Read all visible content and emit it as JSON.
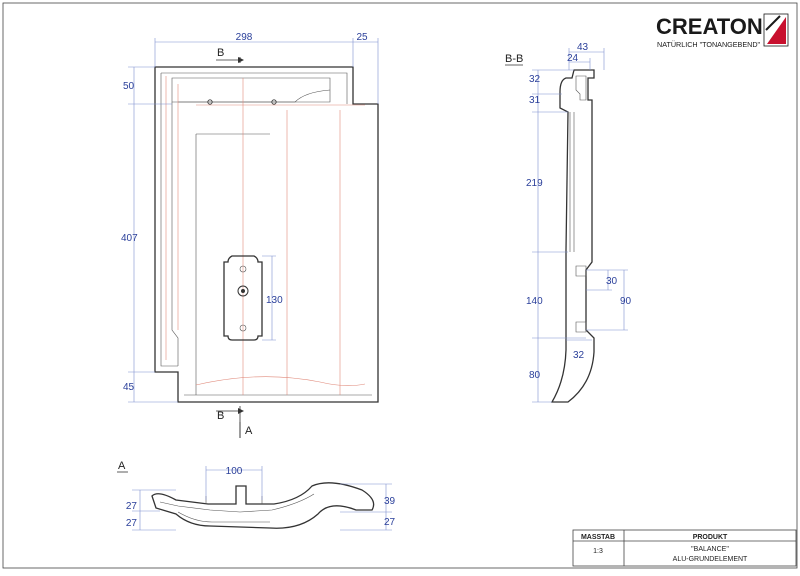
{
  "brand": {
    "name": "CREATON",
    "tagline": "NATÜRLICH \"TONANGEBEND\"",
    "colors": {
      "accent": "#c8102e",
      "text": "#1a1a1a",
      "dimension": "#2a3f9a"
    }
  },
  "plan_view": {
    "section_mark": "B",
    "section_view_mark": "A",
    "dimensions": [
      "298",
      "25",
      "50",
      "407",
      "45",
      "130"
    ]
  },
  "section_bb": {
    "title": "B-B",
    "dimensions": [
      "43",
      "24",
      "32",
      "31",
      "219",
      "140",
      "80",
      "30",
      "90",
      "32"
    ]
  },
  "section_a": {
    "title": "A",
    "dimensions": [
      "100",
      "27",
      "27",
      "39",
      "27"
    ]
  },
  "title_block": {
    "scale_header": "MASSTAB",
    "scale_value": "1:3",
    "product_header": "PRODUKT",
    "product_line1": "\"BALANCE\"",
    "product_line2": "ALU-GRUNDELEMENT"
  }
}
